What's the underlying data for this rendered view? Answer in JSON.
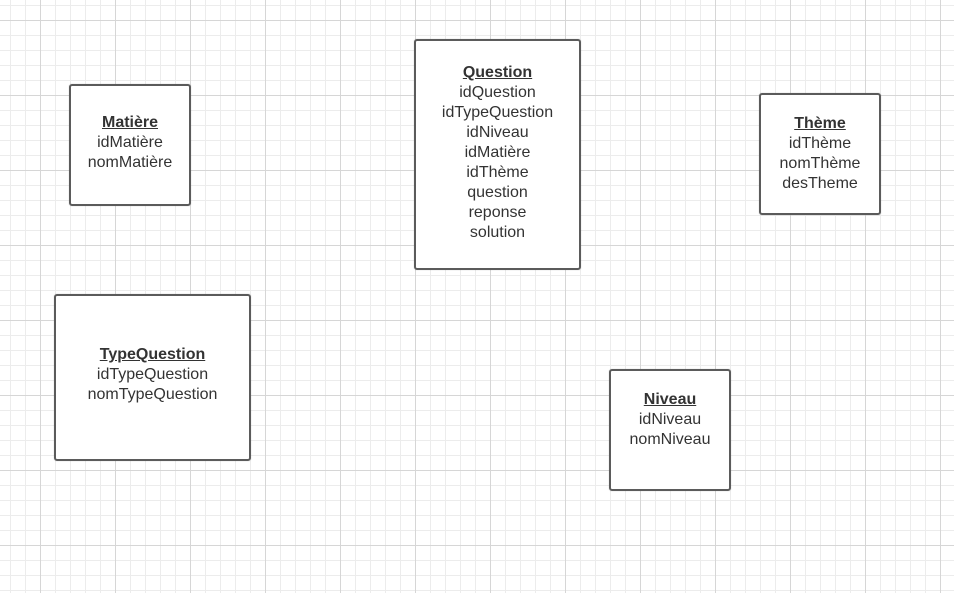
{
  "entities": {
    "matiere": {
      "title": "Matière",
      "attributes": [
        "idMatière",
        "nomMatière"
      ]
    },
    "question": {
      "title": "Question",
      "attributes": [
        "idQuestion",
        "idTypeQuestion",
        "idNiveau",
        "idMatière",
        "idThème",
        "question",
        "reponse",
        "solution"
      ]
    },
    "theme": {
      "title": "Thème",
      "attributes": [
        "idThème",
        "nomThème",
        "desTheme"
      ]
    },
    "typequestion": {
      "title": "TypeQuestion",
      "attributes": [
        "idTypeQuestion",
        "nomTypeQuestion"
      ]
    },
    "niveau": {
      "title": "Niveau",
      "attributes": [
        "idNiveau",
        "nomNiveau"
      ]
    }
  }
}
